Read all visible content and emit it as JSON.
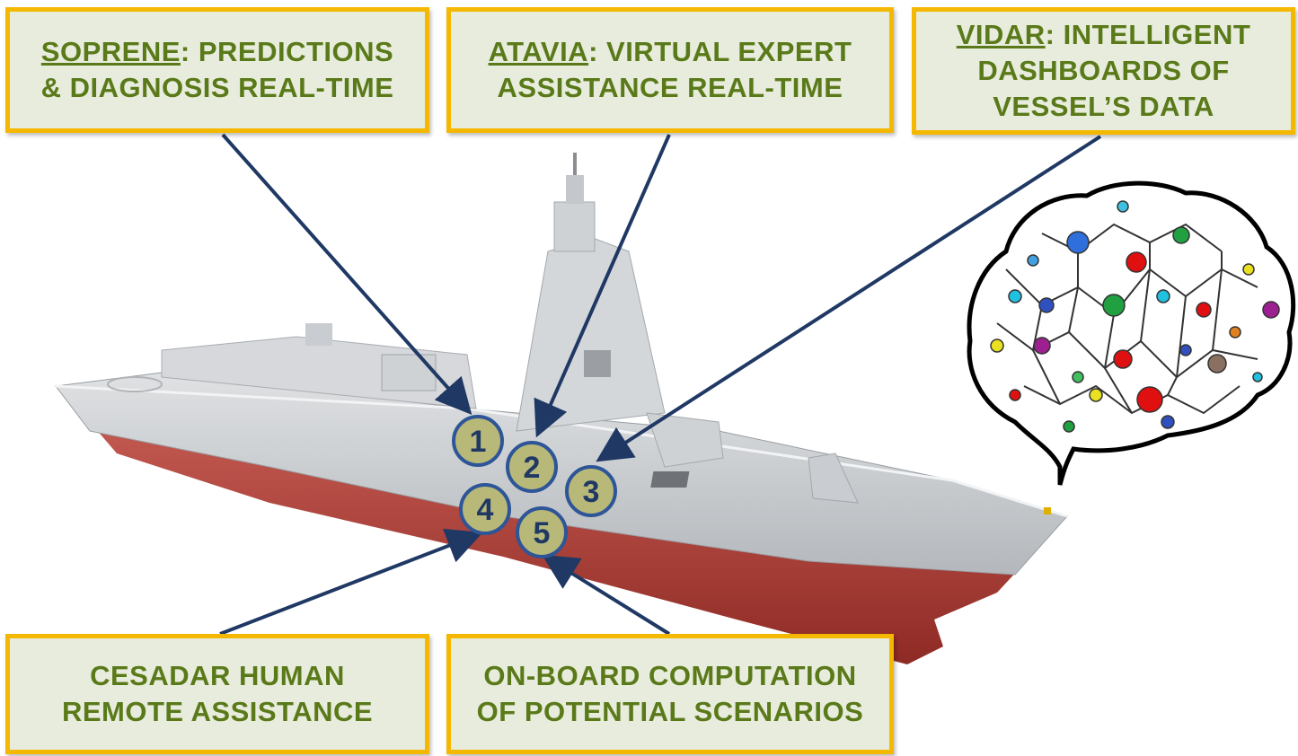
{
  "boxes": {
    "soprene": {
      "name": "SOPRENE",
      "line1_rest": ": PREDICTIONS",
      "line2": "& DIAGNOSIS  REAL-TIME"
    },
    "atavia": {
      "name": "ATAVIA",
      "line1_rest": ": VIRTUAL EXPERT",
      "line2": "ASSISTANCE REAL-TIME"
    },
    "vidar": {
      "name": "VIDAR",
      "line1_rest": ": INTELLIGENT",
      "line2": "DASHBOARDS  OF",
      "line3": "VESSEL’S DATA"
    },
    "cesadar": {
      "line1": "CESADAR HUMAN",
      "line2": "REMOTE ASSISTANCE"
    },
    "onboard": {
      "line1": "ON-BOARD COMPUTATION",
      "line2": "OF POTENTIAL  SCENARIOS"
    }
  },
  "markers": [
    "1",
    "2",
    "3",
    "4",
    "5"
  ],
  "colors": {
    "box_fill": "#e8ecdc",
    "box_border": "#f5b800",
    "text": "#5a7a1a",
    "arrow": "#1f3864",
    "marker_fill": "#b8b878",
    "marker_ring": "#2e5597"
  }
}
